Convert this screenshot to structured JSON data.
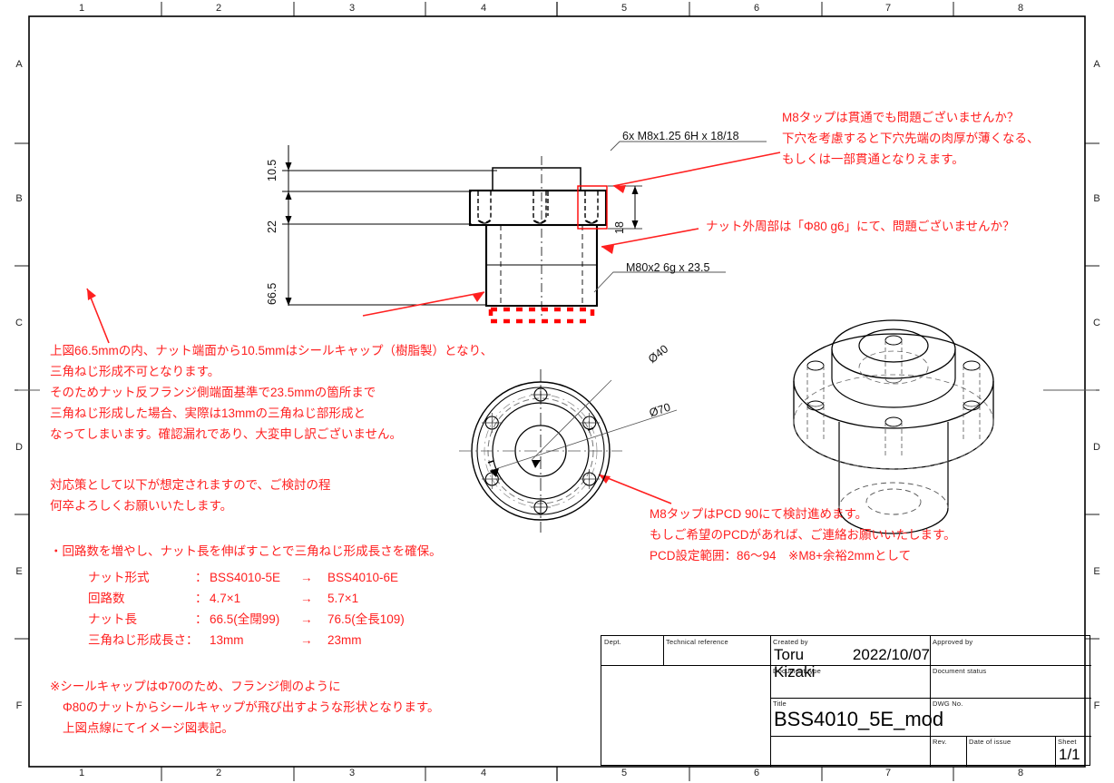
{
  "frame": {
    "zones_top": [
      "1",
      "2",
      "3",
      "4",
      "5",
      "6",
      "7",
      "8"
    ],
    "zones_bottom": [
      "1",
      "2",
      "3",
      "4",
      "5",
      "6",
      "7",
      "8"
    ],
    "zones_left": [
      "A",
      "B",
      "C",
      "D",
      "E",
      "F"
    ],
    "zones_right": [
      "A",
      "B",
      "C",
      "D",
      "E",
      "F"
    ]
  },
  "dimensions": {
    "d_10_5": "10.5",
    "d_22": "22",
    "d_66_5": "66.5",
    "d_18": "18",
    "tap_callout": "6x M8x1.25 6H x 18/18",
    "thread_callout": "M80x2 6g x 23.5",
    "dia_40": "Ø40",
    "dia_70": "Ø70"
  },
  "annotations": {
    "tap_through": [
      "M8タップは貫通でも問題ございませんか？",
      "下穴を考慮すると下穴先端の肉厚が薄くなる、",
      "もしくは一部貫通となりえます。"
    ],
    "outer_dia": "ナット外周部は「Φ80 g6」にて、問題ございませんか？",
    "seal_cap": [
      "上図66.5mmの内、ナット端面から10.5mmはシールキャップ（樹脂製）となり、",
      "三角ねじ形成不可となります。",
      "そのためナット反フランジ側端面基準で23.5mmの箇所まで",
      "三角ねじ形成した場合、実際は13mmの三角ねじ部形成と",
      "なってしまいます。確認漏れであり、大変申し訳ございません。"
    ],
    "request": [
      "対応策として以下が想定されますので、ご検討の程",
      "何卒よろしくお願いいたします。"
    ],
    "proposal_head": "・回路数を増やし、ナット長を伸ばすことで三角ねじ形成長さを確保。",
    "footnote": [
      "※シールキャップはΦ70のため、フランジ側のように",
      "Φ80のナットからシールキャップが飛び出すような形状となります。",
      "上図点線にてイメージ図表記。"
    ],
    "pcd": [
      "M8タップはPCD 90にて検討進めます。",
      "もしご希望のPCDがあれば、ご連絡お願いいたします。",
      "PCD設定範囲：86〜94　※M8+余裕2mmとして"
    ]
  },
  "spec_table": {
    "rows": [
      {
        "label": "ナット形式",
        "colon": "：",
        "before": "BSS4010-5E",
        "arrow": "→",
        "after": "BSS4010-6E"
      },
      {
        "label": "回路数",
        "colon": "：",
        "before": "4.7×1",
        "arrow": "→",
        "after": "5.7×1"
      },
      {
        "label": "ナット長",
        "colon": "：",
        "before": "66.5(全閕99)",
        "arrow": "→",
        "after": "76.5(全長109)"
      },
      {
        "label": "三角ねじ形成長さ：",
        "colon": "",
        "before": "13mm",
        "arrow": "→",
        "after": "23mm"
      }
    ]
  },
  "title_block": {
    "dept_label": "Dept.",
    "dept_value": "",
    "tech_ref_label": "Technical reference",
    "tech_ref_value": "",
    "created_by_label": "Created by",
    "created_by_name": "Toru Kizaki",
    "created_by_date": "2022/10/07",
    "approved_by_label": "Approved by",
    "approved_by_value": "",
    "doc_type_label": "Document type",
    "doc_type_value": "",
    "doc_status_label": "Document status",
    "doc_status_value": "",
    "title_label": "Title",
    "title_value": "BSS4010_5E_mod",
    "dwg_no_label": "DWG No.",
    "dwg_no_value": "",
    "rev_label": "Rev.",
    "rev_value": "",
    "date_issue_label": "Date of issue",
    "date_issue_value": "",
    "sheet_label": "Sheet",
    "sheet_value": "1/1"
  },
  "colors": {
    "red": "#ff2020",
    "black": "#000000"
  }
}
